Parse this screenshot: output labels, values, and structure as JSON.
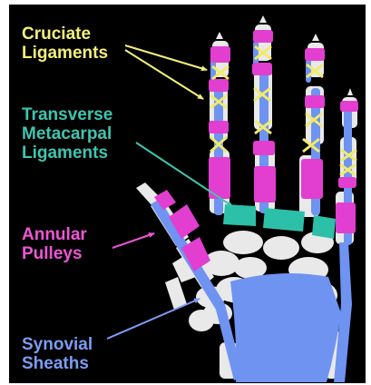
{
  "labels": {
    "cruciate": "Cruciate\nLigaments",
    "transverse": "Transverse\nMetacarpal\nLigaments",
    "annular": "Annular\nPulleys",
    "synovial": "Synovial\nSheaths"
  },
  "colors": {
    "background": "#000000",
    "bone": "#e9e9e9",
    "cruciate_text": "#f3f07a",
    "cruciate_mark": "#f1ea6a",
    "transverse_text": "#3ec5b0",
    "transverse_band": "#2dc0a8",
    "annular_text": "#ee55d6",
    "annular_pulley": "#e23ed0",
    "synovial_text": "#7d9cf2",
    "synovial_sheath": "#6f93f0"
  }
}
